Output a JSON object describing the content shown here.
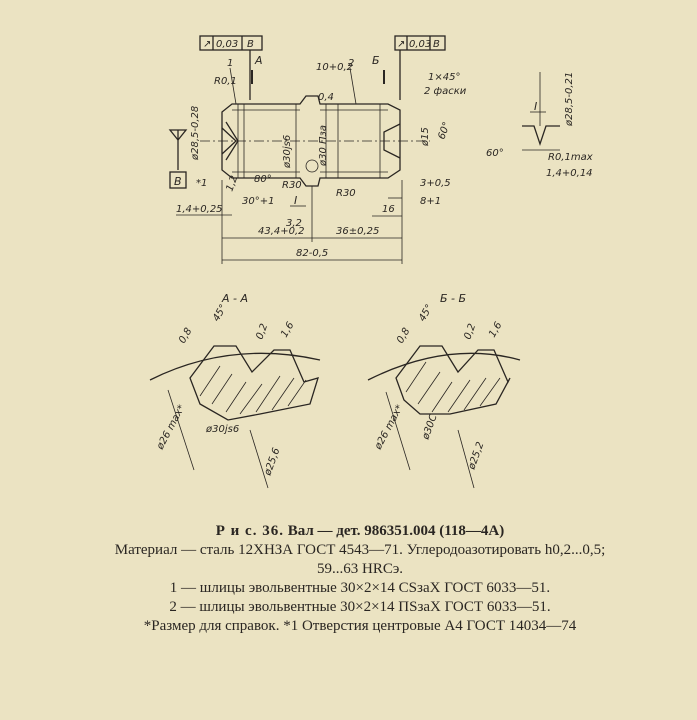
{
  "drawing": {
    "tolerance_frames": [
      {
        "sym": "↗",
        "value": "0,03",
        "datum": "В"
      },
      {
        "sym": "↗",
        "value": "0,03",
        "datum": "В"
      }
    ],
    "section_markers": {
      "a": "А",
      "b": "Б"
    },
    "labels": {
      "callout_1": "1",
      "callout_2": "2",
      "r01": "R0,1",
      "d285": "ø28,5-0,28",
      "d30js6": "ø30js6",
      "d30_1": "ø30 Пза",
      "d04": "0,4",
      "chamfer": "1×45°",
      "two_chamfers": "2 фаски",
      "d15": "ø15",
      "a60": "60°",
      "size10": "10+0,2",
      "r30a": "R30",
      "r30b": "R30",
      "d1_2": "1,2",
      "a30": "30°+1",
      "a80": "80°",
      "star1": "*1",
      "b_datum": "В",
      "roman1": "I",
      "r3": "3+0,5",
      "r8": "8+1",
      "r16": "16",
      "r14": "1,4+0,25",
      "d434": "43,4+0,2",
      "d32": "3,2",
      "d36": "36±0,25",
      "d82": "82-0,5"
    },
    "detail_view": {
      "roman": "I",
      "d285": "ø28,5-0,21",
      "a60": "60°",
      "r01max": "R0,1max",
      "d14": "1,4+0,14"
    },
    "section_aa": {
      "title": "А - А",
      "a45": "45°",
      "d08": "0,8",
      "d02": "0,2",
      "d16": "1,6",
      "d26max": "ø26 max*",
      "d30js6": "ø30js6",
      "d256": "ø25,6"
    },
    "section_bb": {
      "title": "Б - Б",
      "a45": "45°",
      "d08": "0,8",
      "d02": "0,2",
      "d16": "1,6",
      "d26max": "ø26 max*",
      "d30c": "ø30C",
      "d252": "ø25,2"
    }
  },
  "caption": {
    "fig_label": "Р и с. 36.",
    "fig_title": "Вал — дет. 986351.004 (118—4А)",
    "material_line": "Материал — сталь 12ХНЗА ГОСТ 4543—71. Углеродоазотировать h0,2...0,5;",
    "hardness_line": "59...63 HRCэ.",
    "note1": "1 — шлицы эвольвентные 30×2×14 CSзаX ГОСТ 6033—51.",
    "note2": "2 — шлицы эвольвентные 30×2×14 ПSзаX ГОСТ 6033—51.",
    "footnote": "*Размер для справок. *1 Отверстия центровые А4 ГОСТ 14034—74"
  }
}
